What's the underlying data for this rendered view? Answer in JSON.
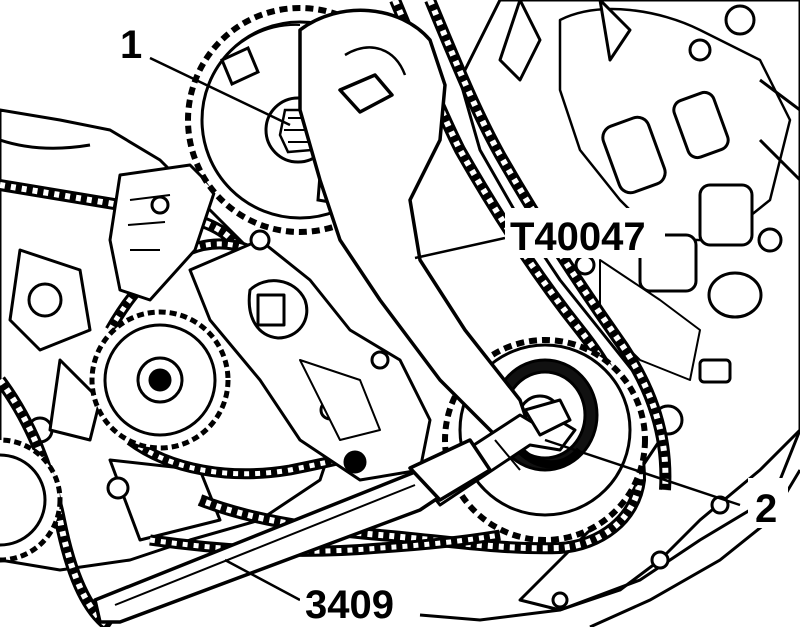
{
  "diagram": {
    "callouts": {
      "item_1": "1",
      "item_2": "2",
      "tool_t40047": "T40047",
      "tool_3409": "3409"
    },
    "colors": {
      "line": "#000000",
      "background": "#ffffff",
      "shade": "#111111"
    }
  }
}
